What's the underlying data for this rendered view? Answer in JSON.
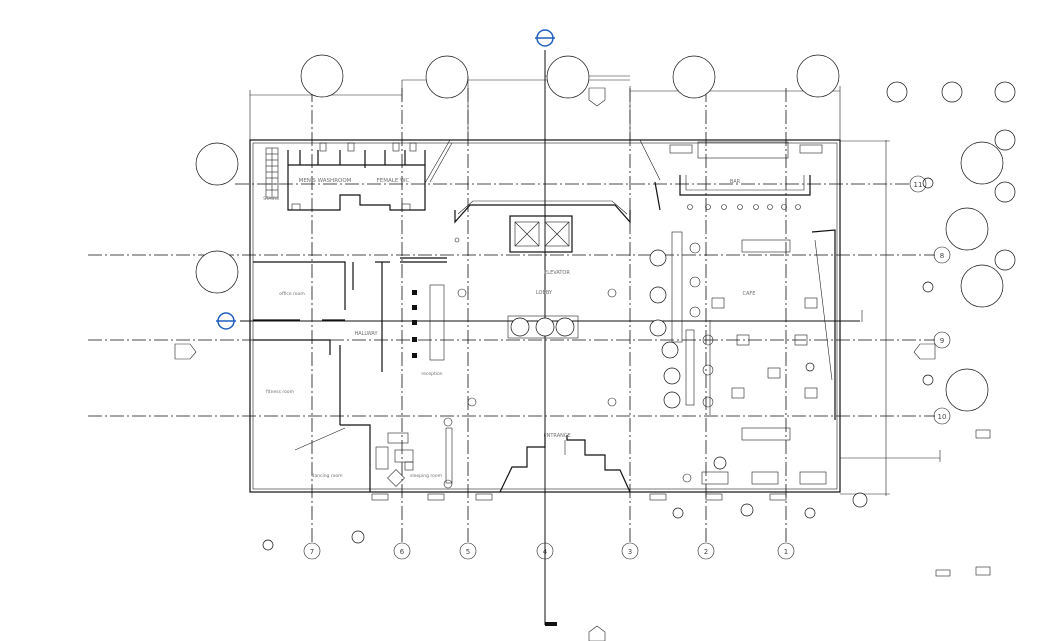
{
  "rooms": {
    "mens_washroom": "MEN'S WASHROOM",
    "female_wc": "FEMALE WC",
    "stairs": "STAIRS",
    "office": "office room",
    "hallway": "HALLWAY",
    "fitness": "fitness room",
    "dancing": "dancing room",
    "sleeping": "sleeping room",
    "reception": "reception",
    "elevator": "ELEVATOR",
    "lobby": "LOBBY",
    "entrance": "ENTRANCE",
    "bar": "BAR",
    "cafe": "CAFE"
  },
  "grid_bubbles": {
    "vertical": [
      "7",
      "6",
      "5",
      "4",
      "3",
      "2",
      "1"
    ],
    "horizontal": [
      "11",
      "8",
      "9",
      "10"
    ]
  },
  "colors": {
    "line": "#111111",
    "section_marker": "#1f5fbf",
    "label": "#6f6f6f"
  }
}
